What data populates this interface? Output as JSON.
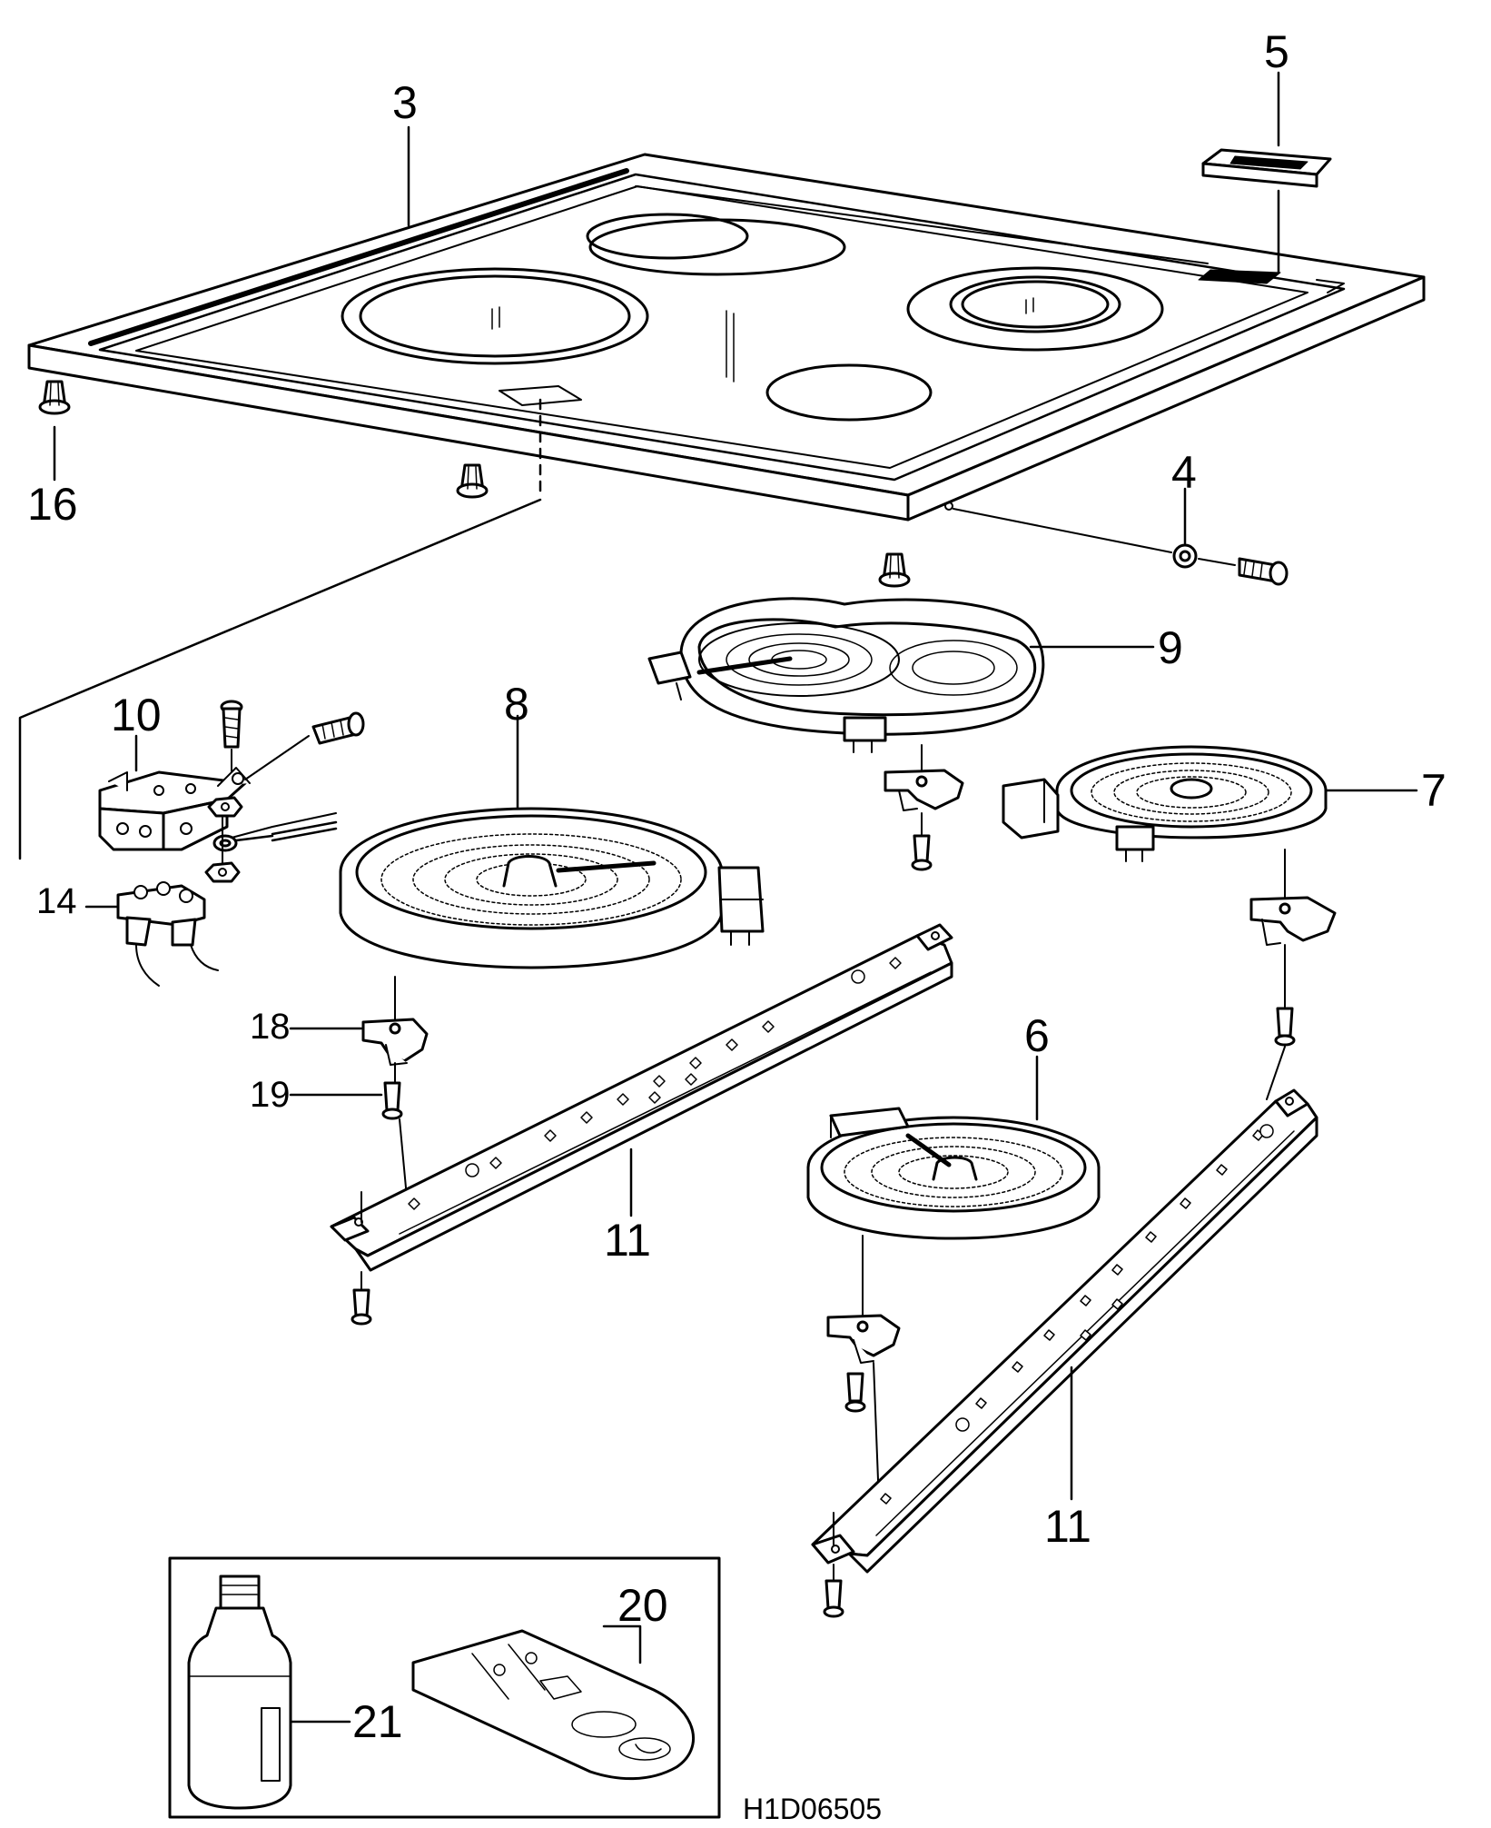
{
  "diagram": {
    "code": "H1D06505",
    "callouts": {
      "p3": "3",
      "p4": "4",
      "p5": "5",
      "p6": "6",
      "p7": "7",
      "p8": "8",
      "p9": "9",
      "p10": "10",
      "p11a": "11",
      "p11b": "11",
      "p14": "14",
      "p16": "16",
      "p18": "18",
      "p19": "19",
      "p20": "20",
      "p21": "21"
    }
  }
}
